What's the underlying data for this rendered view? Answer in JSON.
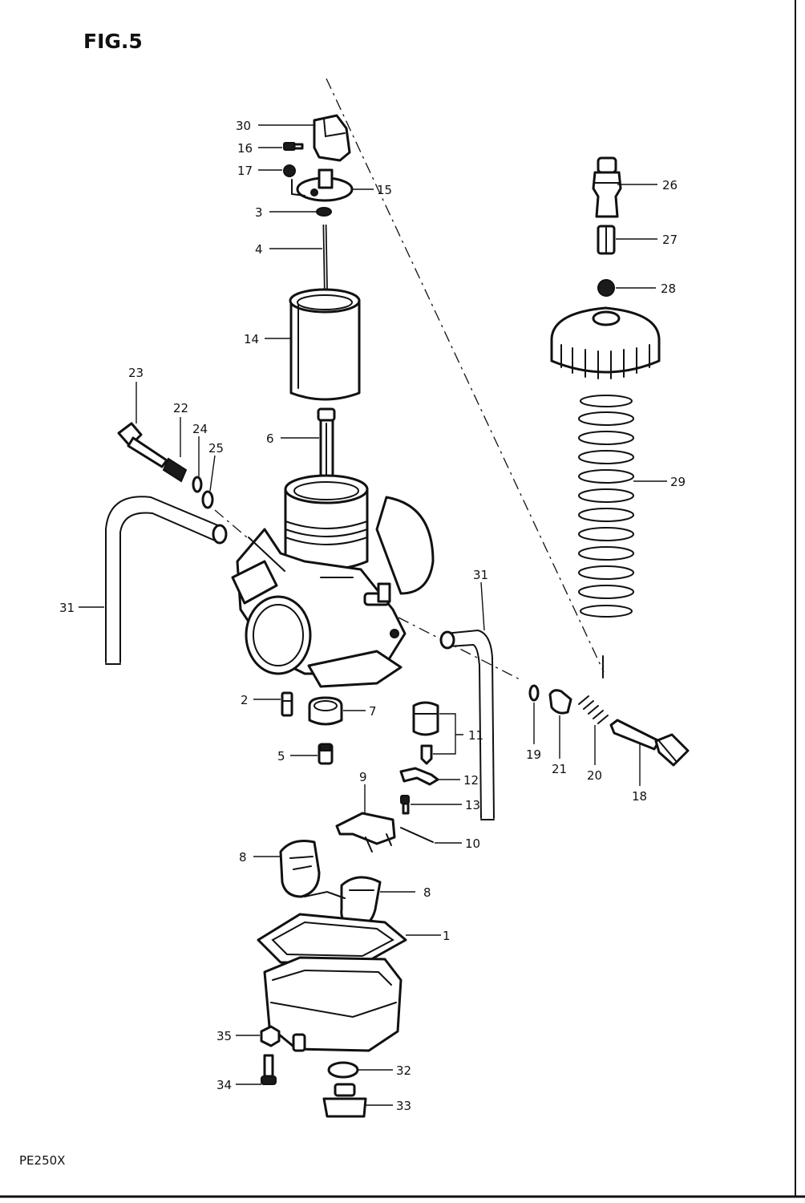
{
  "figure": {
    "title": "FIG.5",
    "model": "PE250X"
  },
  "callouts": {
    "c1": "1",
    "c2": "2",
    "c3": "3",
    "c4": "4",
    "c5": "5",
    "c6": "6",
    "c7": "7",
    "c8a": "8",
    "c8b": "8",
    "c9": "9",
    "c10": "10",
    "c11": "11",
    "c12": "12",
    "c13": "13",
    "c14": "14",
    "c15": "15",
    "c16": "16",
    "c17": "17",
    "c18": "18",
    "c19": "19",
    "c20": "20",
    "c21": "21",
    "c22": "22",
    "c23": "23",
    "c24": "24",
    "c25": "25",
    "c26": "26",
    "c27": "27",
    "c28": "28",
    "c29": "29",
    "c30": "30",
    "c31a": "31",
    "c31b": "31",
    "c32": "32",
    "c33": "33",
    "c34": "34",
    "c35": "35"
  }
}
